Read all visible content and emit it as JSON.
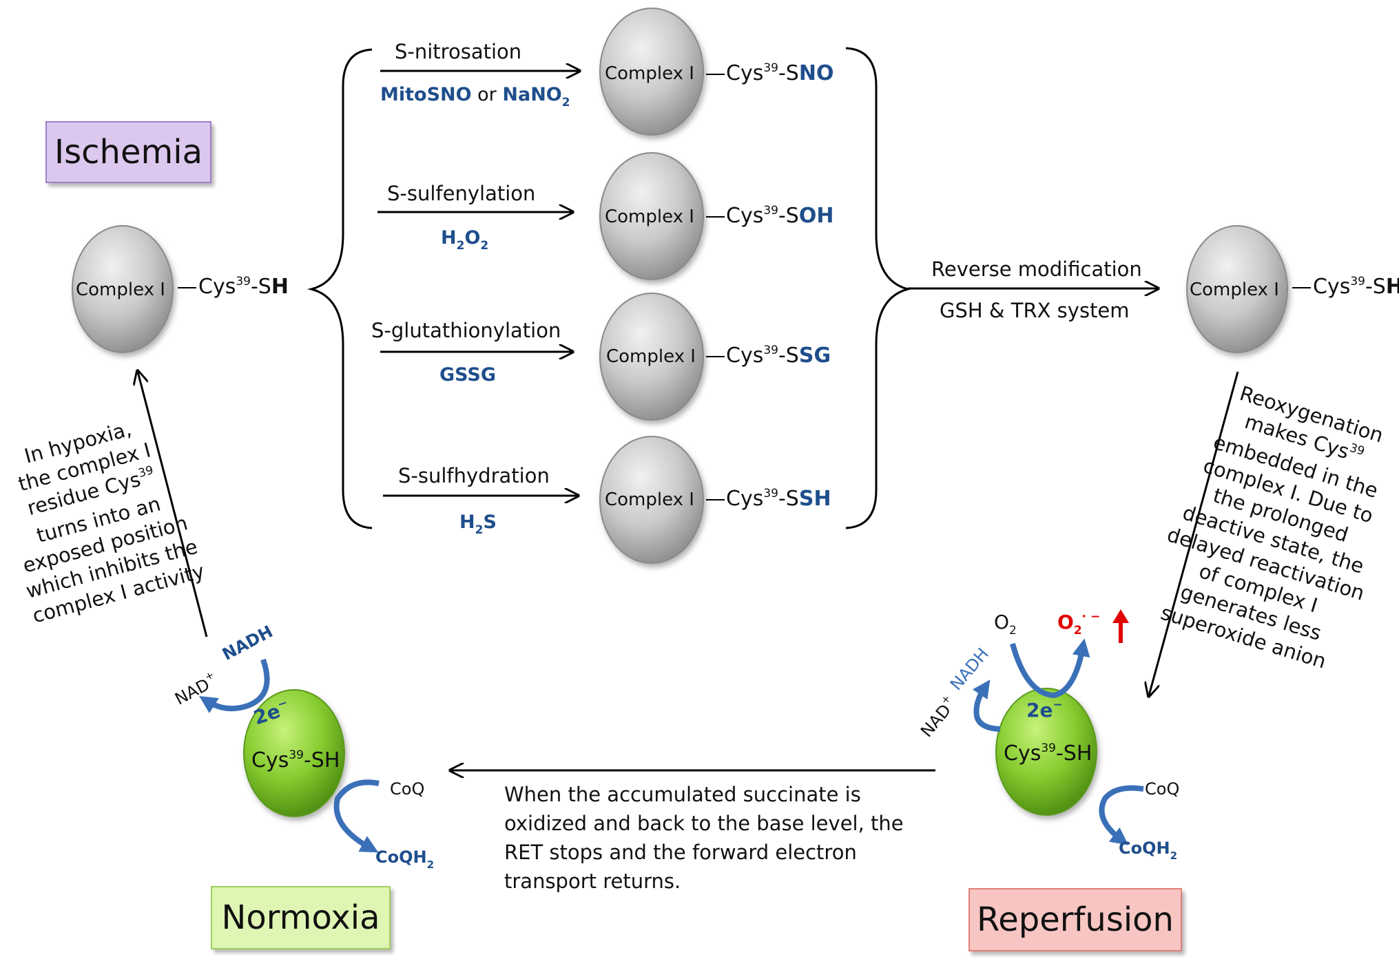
{
  "states": {
    "ischemia": "Ischemia",
    "normoxia": "Normoxia",
    "reperfusion": "Reperfusion"
  },
  "complex_label": "Complex I",
  "cys": {
    "name": "Cys",
    "sup": "39",
    "left_prefix": "-S",
    "left_tail": "H",
    "right_prefix": "-S",
    "right_tail": "H"
  },
  "modifications": [
    {
      "name": "S-nitrosation",
      "tail": "NO"
    },
    {
      "name": "S-sulfenylation",
      "tail": "OH"
    },
    {
      "name": "S-glutathionylation",
      "tail": "SG"
    },
    {
      "name": "S-sulfhydration",
      "tail": "SH"
    }
  ],
  "reagents": {
    "r1_a": "MitoSNO",
    "r1_or": " or ",
    "r1_b": "NaNO",
    "r1_b_sub": "2",
    "r2_h": "H",
    "r2_sub1": "2",
    "r2_o": "O",
    "r2_sub2": "2",
    "r3": "GSSG",
    "r4_h": "H",
    "r4_sub": "2",
    "r4_s": "S"
  },
  "reverse": {
    "line1": "Reverse modification",
    "line2": "GSH & TRX system"
  },
  "hypoxia_text": [
    "In hypoxia,",
    "the complex I",
    "residue Cys",
    "turns into an",
    "exposed position",
    "which inhibits the",
    "complex I activity"
  ],
  "hypoxia_sup": "39",
  "reoxy_text": [
    "Reoxygenation",
    "makes Cys",
    "embedded in the",
    "complex I. Due to",
    "the prolonged",
    "deactive state, the",
    "delayed reactivation",
    "of complex I",
    "generates less",
    "superoxide anion"
  ],
  "reoxy_sup": "39",
  "succinate_text": [
    "When the accumulated succinate is",
    "oxidized and back to the base level, the",
    "RET stops and the forward electron",
    "transport returns."
  ],
  "green": {
    "electrons": "2e",
    "electrons_sup": "−",
    "cys_name": "Cys",
    "cys_sup": "39",
    "cys_tail": "-SH",
    "nadh": "NADH",
    "nad": "NAD",
    "nad_sup": "+",
    "coq": "CoQ",
    "coqh": "CoQH",
    "coqh_sub": "2",
    "o2": "O",
    "o2_sub": "2",
    "superoxide": "O",
    "superoxide_sub": "2",
    "superoxide_sup": "· −"
  },
  "colors": {
    "ischemia_bg": "#dcc8ee",
    "ischemia_border": "#9f7fc7",
    "normoxia_bg": "#dff5b4",
    "normoxia_border": "#9fd05a",
    "reperfusion_bg": "#f7c6c3",
    "reperfusion_border": "#e07f79",
    "blue_text": "#1f4e8c",
    "arrow_blue": "#3a70b8",
    "red": "#e00000"
  }
}
